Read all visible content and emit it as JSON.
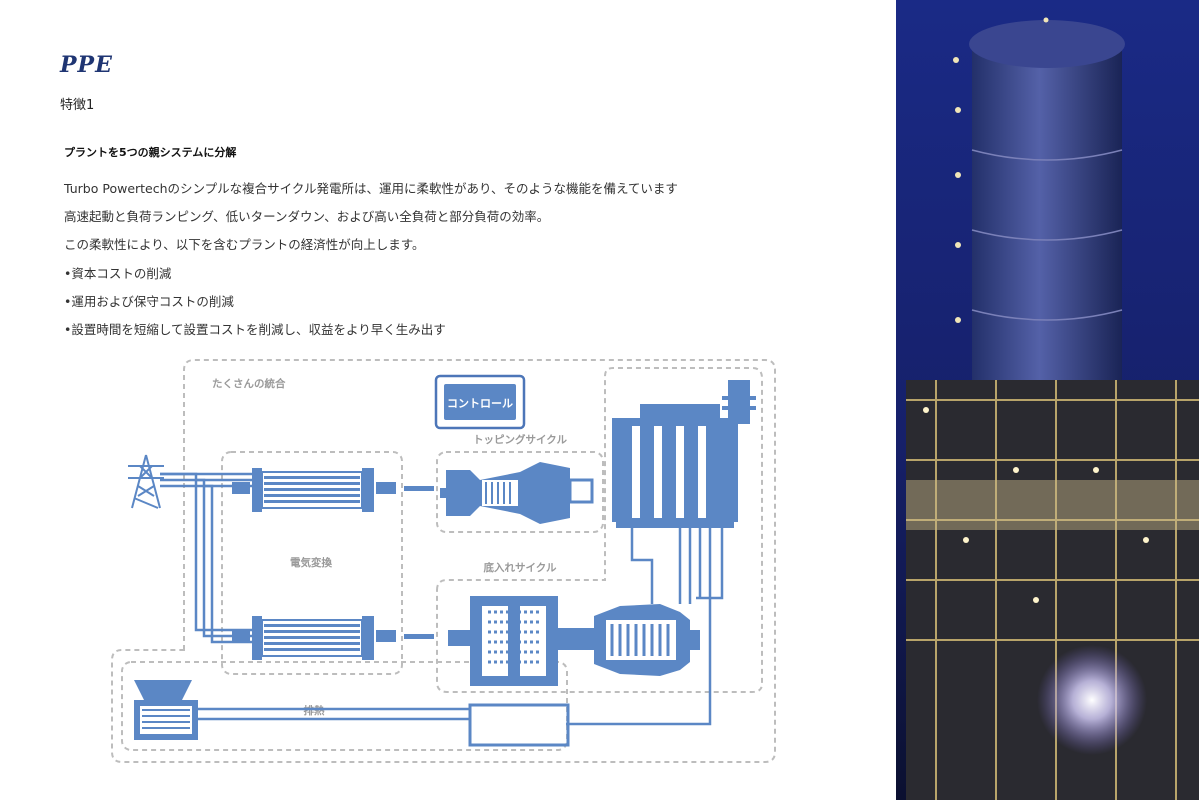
{
  "header": {
    "brand": "PPE",
    "subtitle": "特徴1"
  },
  "section": {
    "heading": "プラントを5つの親システムに分解",
    "paragraphs": [
      "Turbo Powertechのシンプルな複合サイクル発電所は、運用に柔軟性があり、そのような機能を備えています",
      "高速起動と負荷ランピング、低いターンダウン、および高い全負荷と部分負荷の効率。",
      "この柔軟性により、以下を含むプラントの経済性が向上します。",
      "•資本コストの削減",
      "•運用および保守コストの削減",
      "•設置時間を短縮して設置コストを削減し、収益をより早く生み出す"
    ]
  },
  "diagram": {
    "integration_label": "たくさんの統合",
    "control_label": "コントロール",
    "topping_cycle_label": "トッピングサイクル",
    "electrical_label": "電気変換",
    "bottoming_cycle_label": "底入れサイクル",
    "exhaust_heat_label": "排熱",
    "colors": {
      "component": "#5b87c5",
      "dashed_border": "#bdbdbd",
      "label": "#9a9a9a",
      "control_border": "#4d76b8"
    }
  }
}
